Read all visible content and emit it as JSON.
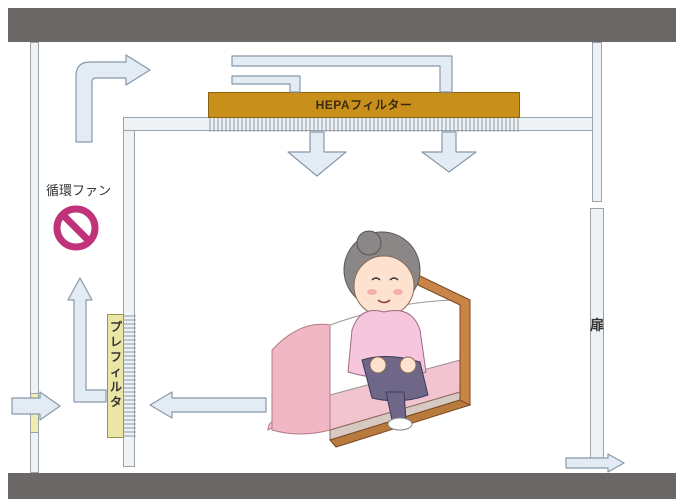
{
  "labels": {
    "hepa_filter": "HEPAフィルター",
    "circulation_fan": "循環ファン",
    "pre_filter": "プレフィルタ",
    "door": "扉"
  },
  "colors": {
    "ceiling_floor": "#6b6766",
    "hepa_filter": "#c8901a",
    "pre_filter": "#ece6a6",
    "fan_stop_icon": "#c0327a",
    "arrow_fill": "#e3ecf4",
    "arrow_stroke": "#8899aa"
  }
}
